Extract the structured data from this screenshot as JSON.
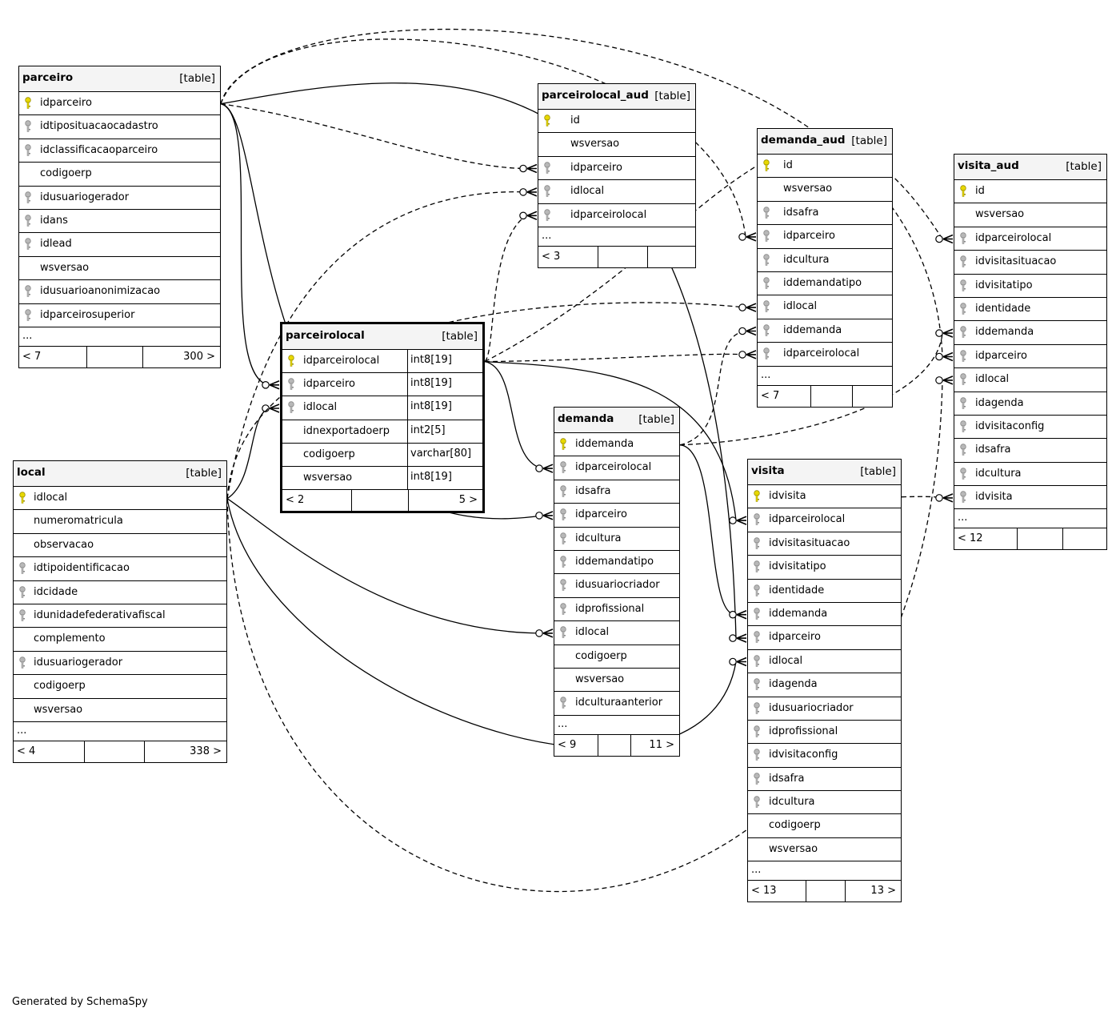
{
  "footer": "Generated by SchemaSpy",
  "tables": [
    {
      "id": "parceiro",
      "name": "parceiro",
      "type": "[table]",
      "columns": [
        {
          "name": "idparceiro",
          "key": "pk"
        },
        {
          "name": "idtiposituacaocadastro",
          "key": "fk"
        },
        {
          "name": "idclassificacaoparceiro",
          "key": "fk"
        },
        {
          "name": "codigoerp",
          "key": ""
        },
        {
          "name": "idusuariogerador",
          "key": "fk"
        },
        {
          "name": "idans",
          "key": "fk"
        },
        {
          "name": "idlead",
          "key": "fk"
        },
        {
          "name": "wsversao",
          "key": ""
        },
        {
          "name": "idusuarioanonimizacao",
          "key": "fk"
        },
        {
          "name": "idparceirosuperior",
          "key": "fk"
        }
      ],
      "more": "...",
      "foot_left": "< 7",
      "foot_right": "300 >"
    },
    {
      "id": "local",
      "name": "local",
      "type": "[table]",
      "columns": [
        {
          "name": "idlocal",
          "key": "pk"
        },
        {
          "name": "numeromatricula",
          "key": ""
        },
        {
          "name": "observacao",
          "key": ""
        },
        {
          "name": "idtipoidentificacao",
          "key": "fk"
        },
        {
          "name": "idcidade",
          "key": "fk"
        },
        {
          "name": "idunidadefederativafiscal",
          "key": "fk"
        },
        {
          "name": "complemento",
          "key": ""
        },
        {
          "name": "idusuariogerador",
          "key": "fk"
        },
        {
          "name": "codigoerp",
          "key": ""
        },
        {
          "name": "wsversao",
          "key": ""
        }
      ],
      "more": "...",
      "foot_left": "< 4",
      "foot_right": "338 >"
    },
    {
      "id": "parceirolocal",
      "name": "parceirolocal",
      "type": "[table]",
      "columns": [
        {
          "name": "idparceirolocal",
          "key": "pk",
          "ctype": "int8[19]"
        },
        {
          "name": "idparceiro",
          "key": "fk",
          "ctype": "int8[19]"
        },
        {
          "name": "idlocal",
          "key": "fk",
          "ctype": "int8[19]"
        },
        {
          "name": "idnexportadoerp",
          "key": "",
          "ctype": "int2[5]"
        },
        {
          "name": "codigoerp",
          "key": "",
          "ctype": "varchar[80]"
        },
        {
          "name": "wsversao",
          "key": "",
          "ctype": "int8[19]"
        }
      ],
      "foot_left": "< 2",
      "foot_right": "5 >"
    },
    {
      "id": "parceirolocal_aud",
      "name": "parceirolocal_aud",
      "type": "[table]",
      "columns": [
        {
          "name": "id",
          "key": "pk"
        },
        {
          "name": "wsversao",
          "key": ""
        },
        {
          "name": "idparceiro",
          "key": "fk"
        },
        {
          "name": "idlocal",
          "key": "fk"
        },
        {
          "name": "idparceirolocal",
          "key": "fk"
        }
      ],
      "more": "...",
      "foot_left": "< 3",
      "foot_right": ""
    },
    {
      "id": "demanda",
      "name": "demanda",
      "type": "[table]",
      "columns": [
        {
          "name": "iddemanda",
          "key": "pk"
        },
        {
          "name": "idparceirolocal",
          "key": "fk"
        },
        {
          "name": "idsafra",
          "key": "fk"
        },
        {
          "name": "idparceiro",
          "key": "fk"
        },
        {
          "name": "idcultura",
          "key": "fk"
        },
        {
          "name": "iddemandatipo",
          "key": "fk"
        },
        {
          "name": "idusuariocriador",
          "key": "fk"
        },
        {
          "name": "idprofissional",
          "key": "fk"
        },
        {
          "name": "idlocal",
          "key": "fk"
        },
        {
          "name": "codigoerp",
          "key": ""
        },
        {
          "name": "wsversao",
          "key": ""
        },
        {
          "name": "idculturaanterior",
          "key": "fk"
        }
      ],
      "more": "...",
      "foot_left": "< 9",
      "foot_right": "11 >"
    },
    {
      "id": "demanda_aud",
      "name": "demanda_aud",
      "type": "[table]",
      "columns": [
        {
          "name": "id",
          "key": "pk"
        },
        {
          "name": "wsversao",
          "key": ""
        },
        {
          "name": "idsafra",
          "key": "fk"
        },
        {
          "name": "idparceiro",
          "key": "fk"
        },
        {
          "name": "idcultura",
          "key": "fk"
        },
        {
          "name": "iddemandatipo",
          "key": "fk"
        },
        {
          "name": "idlocal",
          "key": "fk"
        },
        {
          "name": "iddemanda",
          "key": "fk"
        },
        {
          "name": "idparceirolocal",
          "key": "fk"
        }
      ],
      "more": "...",
      "foot_left": "< 7",
      "foot_right": ""
    },
    {
      "id": "visita",
      "name": "visita",
      "type": "[table]",
      "columns": [
        {
          "name": "idvisita",
          "key": "pk"
        },
        {
          "name": "idparceirolocal",
          "key": "fk"
        },
        {
          "name": "idvisitasituacao",
          "key": "fk"
        },
        {
          "name": "idvisitatipo",
          "key": "fk"
        },
        {
          "name": "identidade",
          "key": "fk"
        },
        {
          "name": "iddemanda",
          "key": "fk"
        },
        {
          "name": "idparceiro",
          "key": "fk"
        },
        {
          "name": "idlocal",
          "key": "fk"
        },
        {
          "name": "idagenda",
          "key": "fk"
        },
        {
          "name": "idusuariocriador",
          "key": "fk"
        },
        {
          "name": "idprofissional",
          "key": "fk"
        },
        {
          "name": "idvisitaconfig",
          "key": "fk"
        },
        {
          "name": "idsafra",
          "key": "fk"
        },
        {
          "name": "idcultura",
          "key": "fk"
        },
        {
          "name": "codigoerp",
          "key": ""
        },
        {
          "name": "wsversao",
          "key": ""
        }
      ],
      "more": "...",
      "foot_left": "< 13",
      "foot_right": "13 >"
    },
    {
      "id": "visita_aud",
      "name": "visita_aud",
      "type": "[table]",
      "columns": [
        {
          "name": "id",
          "key": "pk"
        },
        {
          "name": "wsversao",
          "key": ""
        },
        {
          "name": "idparceirolocal",
          "key": "fk"
        },
        {
          "name": "idvisitasituacao",
          "key": "fk"
        },
        {
          "name": "idvisitatipo",
          "key": "fk"
        },
        {
          "name": "identidade",
          "key": "fk"
        },
        {
          "name": "iddemanda",
          "key": "fk"
        },
        {
          "name": "idparceiro",
          "key": "fk"
        },
        {
          "name": "idlocal",
          "key": "fk"
        },
        {
          "name": "idagenda",
          "key": "fk"
        },
        {
          "name": "idvisitaconfig",
          "key": "fk"
        },
        {
          "name": "idsafra",
          "key": "fk"
        },
        {
          "name": "idcultura",
          "key": "fk"
        },
        {
          "name": "idvisita",
          "key": "fk"
        }
      ],
      "more": "...",
      "foot_left": "< 12",
      "foot_right": ""
    }
  ],
  "relationships": [
    {
      "from": "parceiro.idparceiro",
      "to": "parceirolocal.idparceiro",
      "style": "solid"
    },
    {
      "from": "parceiro.idparceiro",
      "to": "parceirolocal_aud.idparceiro",
      "style": "dashed"
    },
    {
      "from": "parceiro.idparceiro",
      "to": "demanda.idparceiro",
      "style": "solid"
    },
    {
      "from": "parceiro.idparceiro",
      "to": "demanda_aud.idparceiro",
      "style": "dashed"
    },
    {
      "from": "parceiro.idparceiro",
      "to": "visita.idparceiro",
      "style": "solid"
    },
    {
      "from": "parceiro.idparceiro",
      "to": "visita_aud.idparceiro",
      "style": "dashed"
    },
    {
      "from": "local.idlocal",
      "to": "parceirolocal.idlocal",
      "style": "solid"
    },
    {
      "from": "local.idlocal",
      "to": "parceirolocal_aud.idlocal",
      "style": "dashed"
    },
    {
      "from": "local.idlocal",
      "to": "demanda.idlocal",
      "style": "solid"
    },
    {
      "from": "local.idlocal",
      "to": "demanda_aud.idlocal",
      "style": "dashed"
    },
    {
      "from": "local.idlocal",
      "to": "visita.idlocal",
      "style": "solid"
    },
    {
      "from": "local.idlocal",
      "to": "visita_aud.idlocal",
      "style": "dashed"
    },
    {
      "from": "parceirolocal.idparceirolocal",
      "to": "parceirolocal_aud.idparceirolocal",
      "style": "dashed"
    },
    {
      "from": "parceirolocal.idparceirolocal",
      "to": "demanda_aud.idparceirolocal",
      "style": "dashed"
    },
    {
      "from": "parceirolocal.idparceirolocal",
      "to": "demanda.idparceirolocal",
      "style": "solid"
    },
    {
      "from": "parceirolocal.idparceirolocal",
      "to": "visita.idparceirolocal",
      "style": "solid"
    },
    {
      "from": "parceirolocal.idparceirolocal",
      "to": "visita_aud.idparceirolocal",
      "style": "dashed"
    },
    {
      "from": "demanda.iddemanda",
      "to": "visita.iddemanda",
      "style": "solid"
    },
    {
      "from": "demanda.iddemanda",
      "to": "demanda_aud.iddemanda",
      "style": "dashed"
    },
    {
      "from": "demanda.iddemanda",
      "to": "visita_aud.iddemanda",
      "style": "dashed"
    },
    {
      "from": "visita.idvisita",
      "to": "visita_aud.idvisita",
      "style": "dashed"
    }
  ]
}
